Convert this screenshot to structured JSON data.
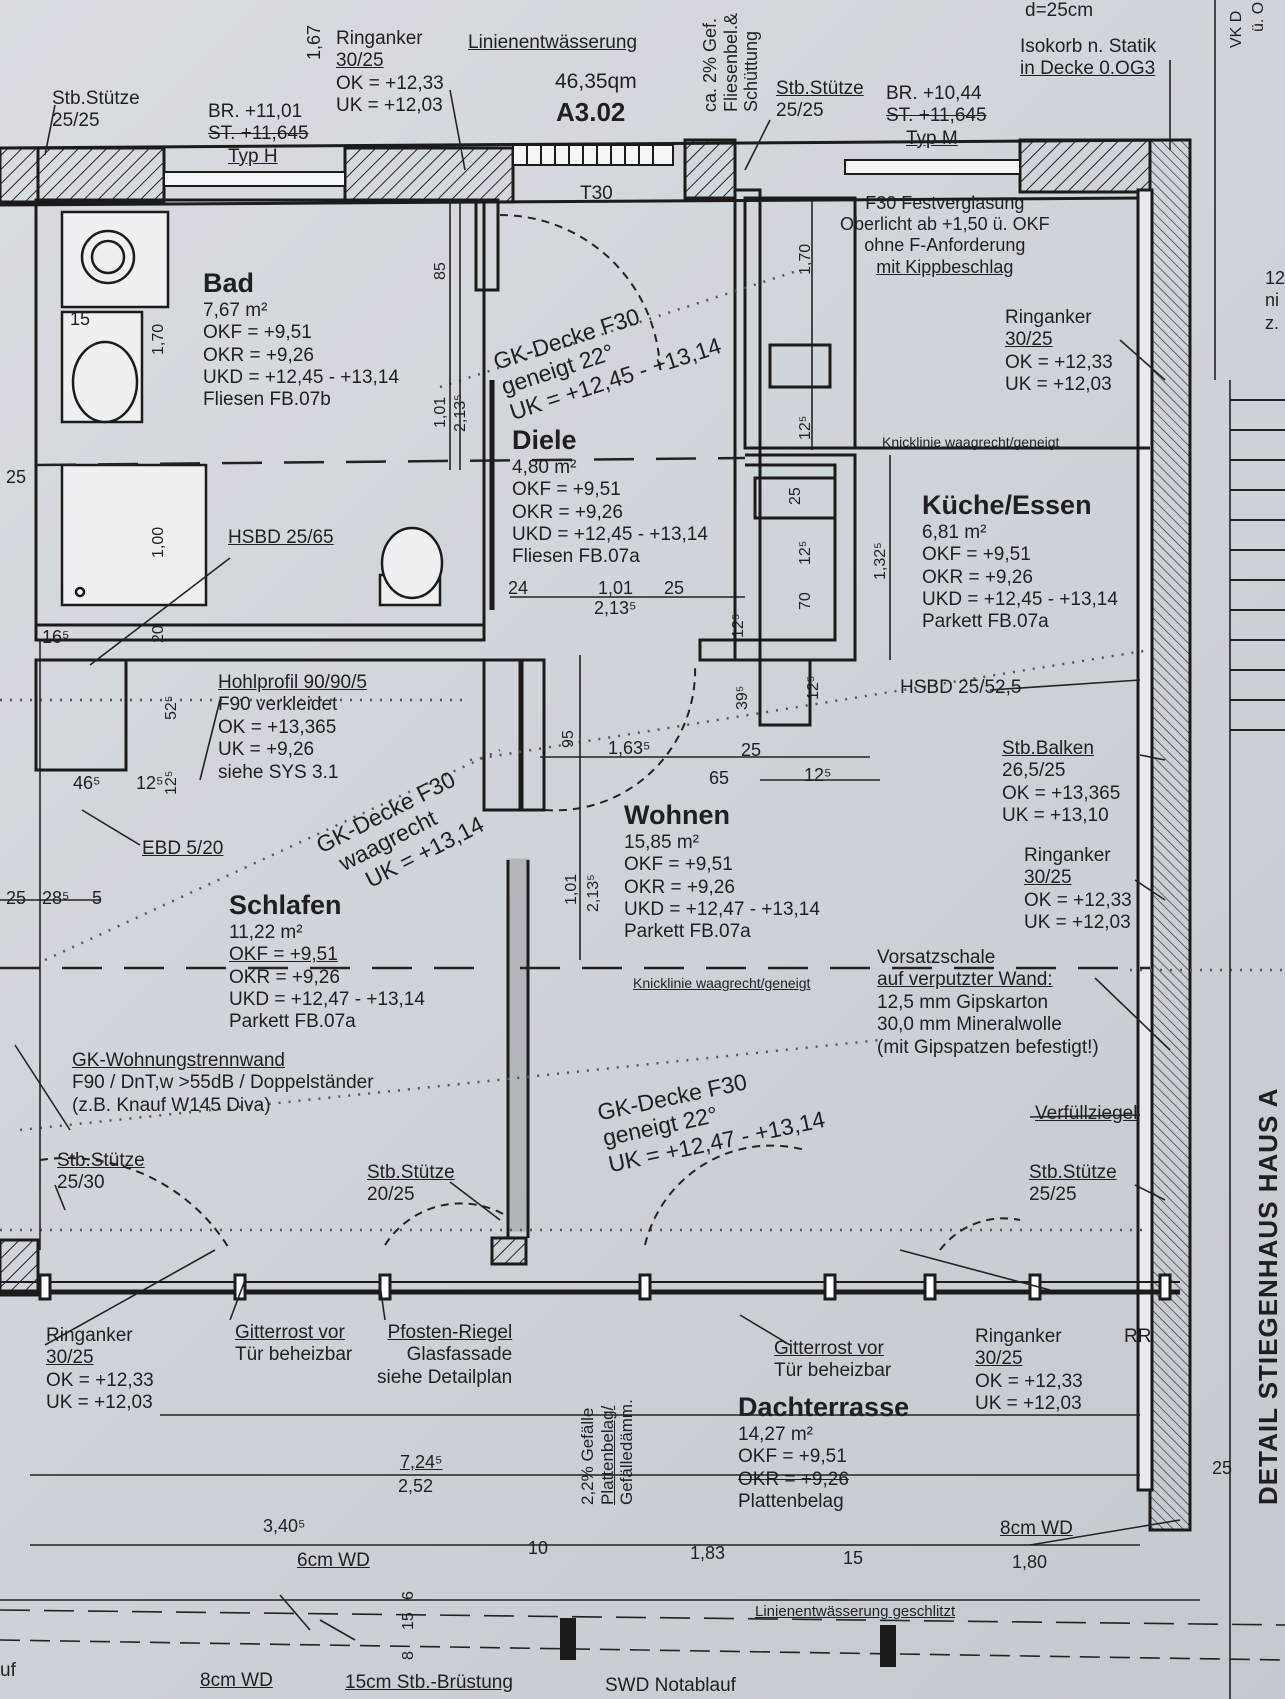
{
  "plan": {
    "unit_id": "A3.02",
    "unit_area": "46,35qm",
    "side_label": "DETAIL STIEGENHAUS HAUS A",
    "top_right": {
      "thickness": "d=25cm",
      "isokorb": [
        "Isokorb n. Statik",
        "in Decke 0.OG3"
      ]
    },
    "top_items": {
      "stuetze_left": [
        "Stb.Stütze",
        "25/25"
      ],
      "br_left": [
        "BR. +11,01",
        "ST. +11,645",
        "Typ H"
      ],
      "ringanker_top": [
        "Ringanker",
        "30/25",
        "OK = +12,33",
        "UK = +12,03"
      ],
      "linienentwaesserung": "Linienentwässerung",
      "gefaelle": [
        "ca. 2% Gef.",
        "Fliesenbel.&",
        "Schüttung"
      ],
      "stuetze_right": [
        "Stb.Stütze",
        "25/25"
      ],
      "br_right": [
        "BR. +10,44",
        "ST. +11,645",
        "Typ M"
      ],
      "t30": "T30",
      "dim_167": "1,67"
    },
    "rooms": {
      "bad": {
        "name": "Bad",
        "lines": [
          "7,67 m²",
          "OKF = +9,51",
          "OKR = +9,26",
          "UKD = +12,45 - +13,14",
          "Fliesen FB.07b"
        ]
      },
      "diele": {
        "name": "Diele",
        "lines": [
          "4,80 m²",
          "OKF = +9,51",
          "OKR = +9,26",
          "UKD = +12,45 - +13,14",
          "Fliesen FB.07a"
        ]
      },
      "kueche": {
        "name": "Küche/Essen",
        "lines": [
          "6,81 m²",
          "OKF = +9,51",
          "OKR = +9,26",
          "UKD = +12,45 - +13,14",
          "Parkett FB.07a"
        ]
      },
      "wohnen": {
        "name": "Wohnen",
        "lines": [
          "15,85 m²",
          "OKF = +9,51",
          "OKR = +9,26",
          "UKD = +12,47 - +13,14",
          "Parkett FB.07a"
        ]
      },
      "schlafen": {
        "name": "Schlafen",
        "lines": [
          "11,22 m²",
          "OKF = +9,51",
          "OKR = +9,26",
          "UKD = +12,47 - +13,14",
          "Parkett  FB.07a"
        ]
      },
      "terrasse": {
        "name": "Dachterrasse",
        "lines": [
          "14,27 m²",
          "OKF = +9,51",
          "OKR = +9,26",
          "Plattenbelag"
        ]
      }
    },
    "ceilings": {
      "top": [
        "GK-Decke F30",
        "geneigt 22°",
        "UK = +12,45 - +13,14"
      ],
      "left": [
        "GK-Decke F30",
        "waagrecht",
        "UK = +13,14"
      ],
      "bottom": [
        "GK-Decke F30",
        "geneigt 22°",
        "UK = +12,47 - +13,14"
      ]
    },
    "notes": {
      "fest": [
        "F30 Festverglasung",
        "Oberlicht ab +1,50 ü. OKF",
        "ohne F-Anforderung",
        "mit Kippbeschlag"
      ],
      "ring_kueche": [
        "Ringanker",
        "30/25",
        "OK = +12,33",
        "UK = +12,03"
      ],
      "knick_top": "Knicklinie waagrecht/geneigt",
      "knick_mid": "Knicklinie waagrecht/geneigt",
      "hsbd_bad": "HSBD 25/65",
      "hsbd_kueche": "HSBD 25/52,5",
      "hohlprofil": [
        "Hohlprofil 90/90/5",
        "F90 verkleidet",
        "OK = +13,365",
        "UK = +9,26",
        "siehe SYS 3.1"
      ],
      "ebd": "EBD 5/20",
      "balken": [
        "Stb.Balken",
        "26,5/25",
        "OK = +13,365",
        "UK = +13,10"
      ],
      "ring_wohnen": [
        "Ringanker",
        "30/25",
        "OK = +12,33",
        "UK = +12,03"
      ],
      "vorsatz": [
        "Vorsatzschale",
        "auf verputzter Wand:",
        "12,5 mm Gipskarton",
        "30,0 mm Mineralwolle",
        "(mit Gipspatzen befestigt!)"
      ],
      "gk_wand": [
        "GK-Wohnungstrennwand",
        "F90 / DnT,w >55dB / Doppelständer",
        "(z.B. Knauf W145 Diva)"
      ],
      "verfuell": "Verfüllziegel",
      "stuetze_bl": [
        "Stb.Stütze",
        "25/30"
      ],
      "stuetze_bm": [
        "Stb.Stütze",
        "20/25"
      ],
      "stuetze_br": [
        "Stb.Stütze",
        "25/25"
      ],
      "ring_bl": [
        "Ringanker",
        "30/25",
        "OK = +12,33",
        "UK = +12,03"
      ],
      "gitter_l": [
        "Gitterrost vor",
        "Tür beheizbar"
      ],
      "pfosten": [
        "Pfosten-Riegel",
        "Glasfassade",
        "siehe Detailplan"
      ],
      "gitter_r": [
        "Gitterrost vor",
        "Tür beheizbar"
      ],
      "ring_br": [
        "Ringanker",
        "30/25",
        "OK = +12,33",
        "UK = +12,03"
      ],
      "rr": "RR",
      "gefaelle_t": [
        "2,2% Gefälle",
        "Plattenbelag/",
        "Gefälledämm."
      ],
      "wd_r": "8cm WD",
      "wd_bl": "6cm WD",
      "linien_b": "Linienentwässerung geschlitzt",
      "wd_bottom": "8cm WD",
      "bruestung": "15cm Stb.-Brüstung",
      "swd": "SWD Notablauf",
      "uf": "uf"
    },
    "dims": {
      "d85": "85",
      "d170a": "1,70",
      "d101a": "1,01",
      "d2135a": "2,13⁵",
      "d15": "15",
      "d25l": "25",
      "d100": "1,00",
      "d20": "20",
      "d165": "16⁵",
      "d525": "52⁵",
      "d465": "46⁵",
      "d125a": "12⁵",
      "d125b": "12⁵",
      "d24": "24",
      "d101b": "1,01",
      "d25b": "25",
      "d2135b": "2,13⁵",
      "d125c": "12⁵",
      "d95": "95",
      "d1635": "1,63⁵",
      "d395": "39⁵",
      "d25c": "25",
      "d65": "65",
      "d125d": "12⁵",
      "d170b": "1,70",
      "d125e": "12⁵",
      "d25d": "25",
      "d125f": "12⁵",
      "d70": "70",
      "d13325": "1,32⁵",
      "d125g": "12⁵",
      "d101c": "1,01",
      "d2135c": "2,13⁵",
      "d25e": "25",
      "d285": "28⁵",
      "d5": "5",
      "d7245": "7,24⁵",
      "d252": "2,52",
      "d3405": "3,40⁵",
      "d10": "10",
      "d183": "1,83",
      "d15b": "15",
      "d180": "1,80",
      "d12": "12",
      "dni": "ni",
      "dz": "z.",
      "dvk": "VK D",
      "dou": "ü. O",
      "d25r": "25",
      "d6": "6",
      "d15c": "15",
      "d8": "8"
    }
  }
}
